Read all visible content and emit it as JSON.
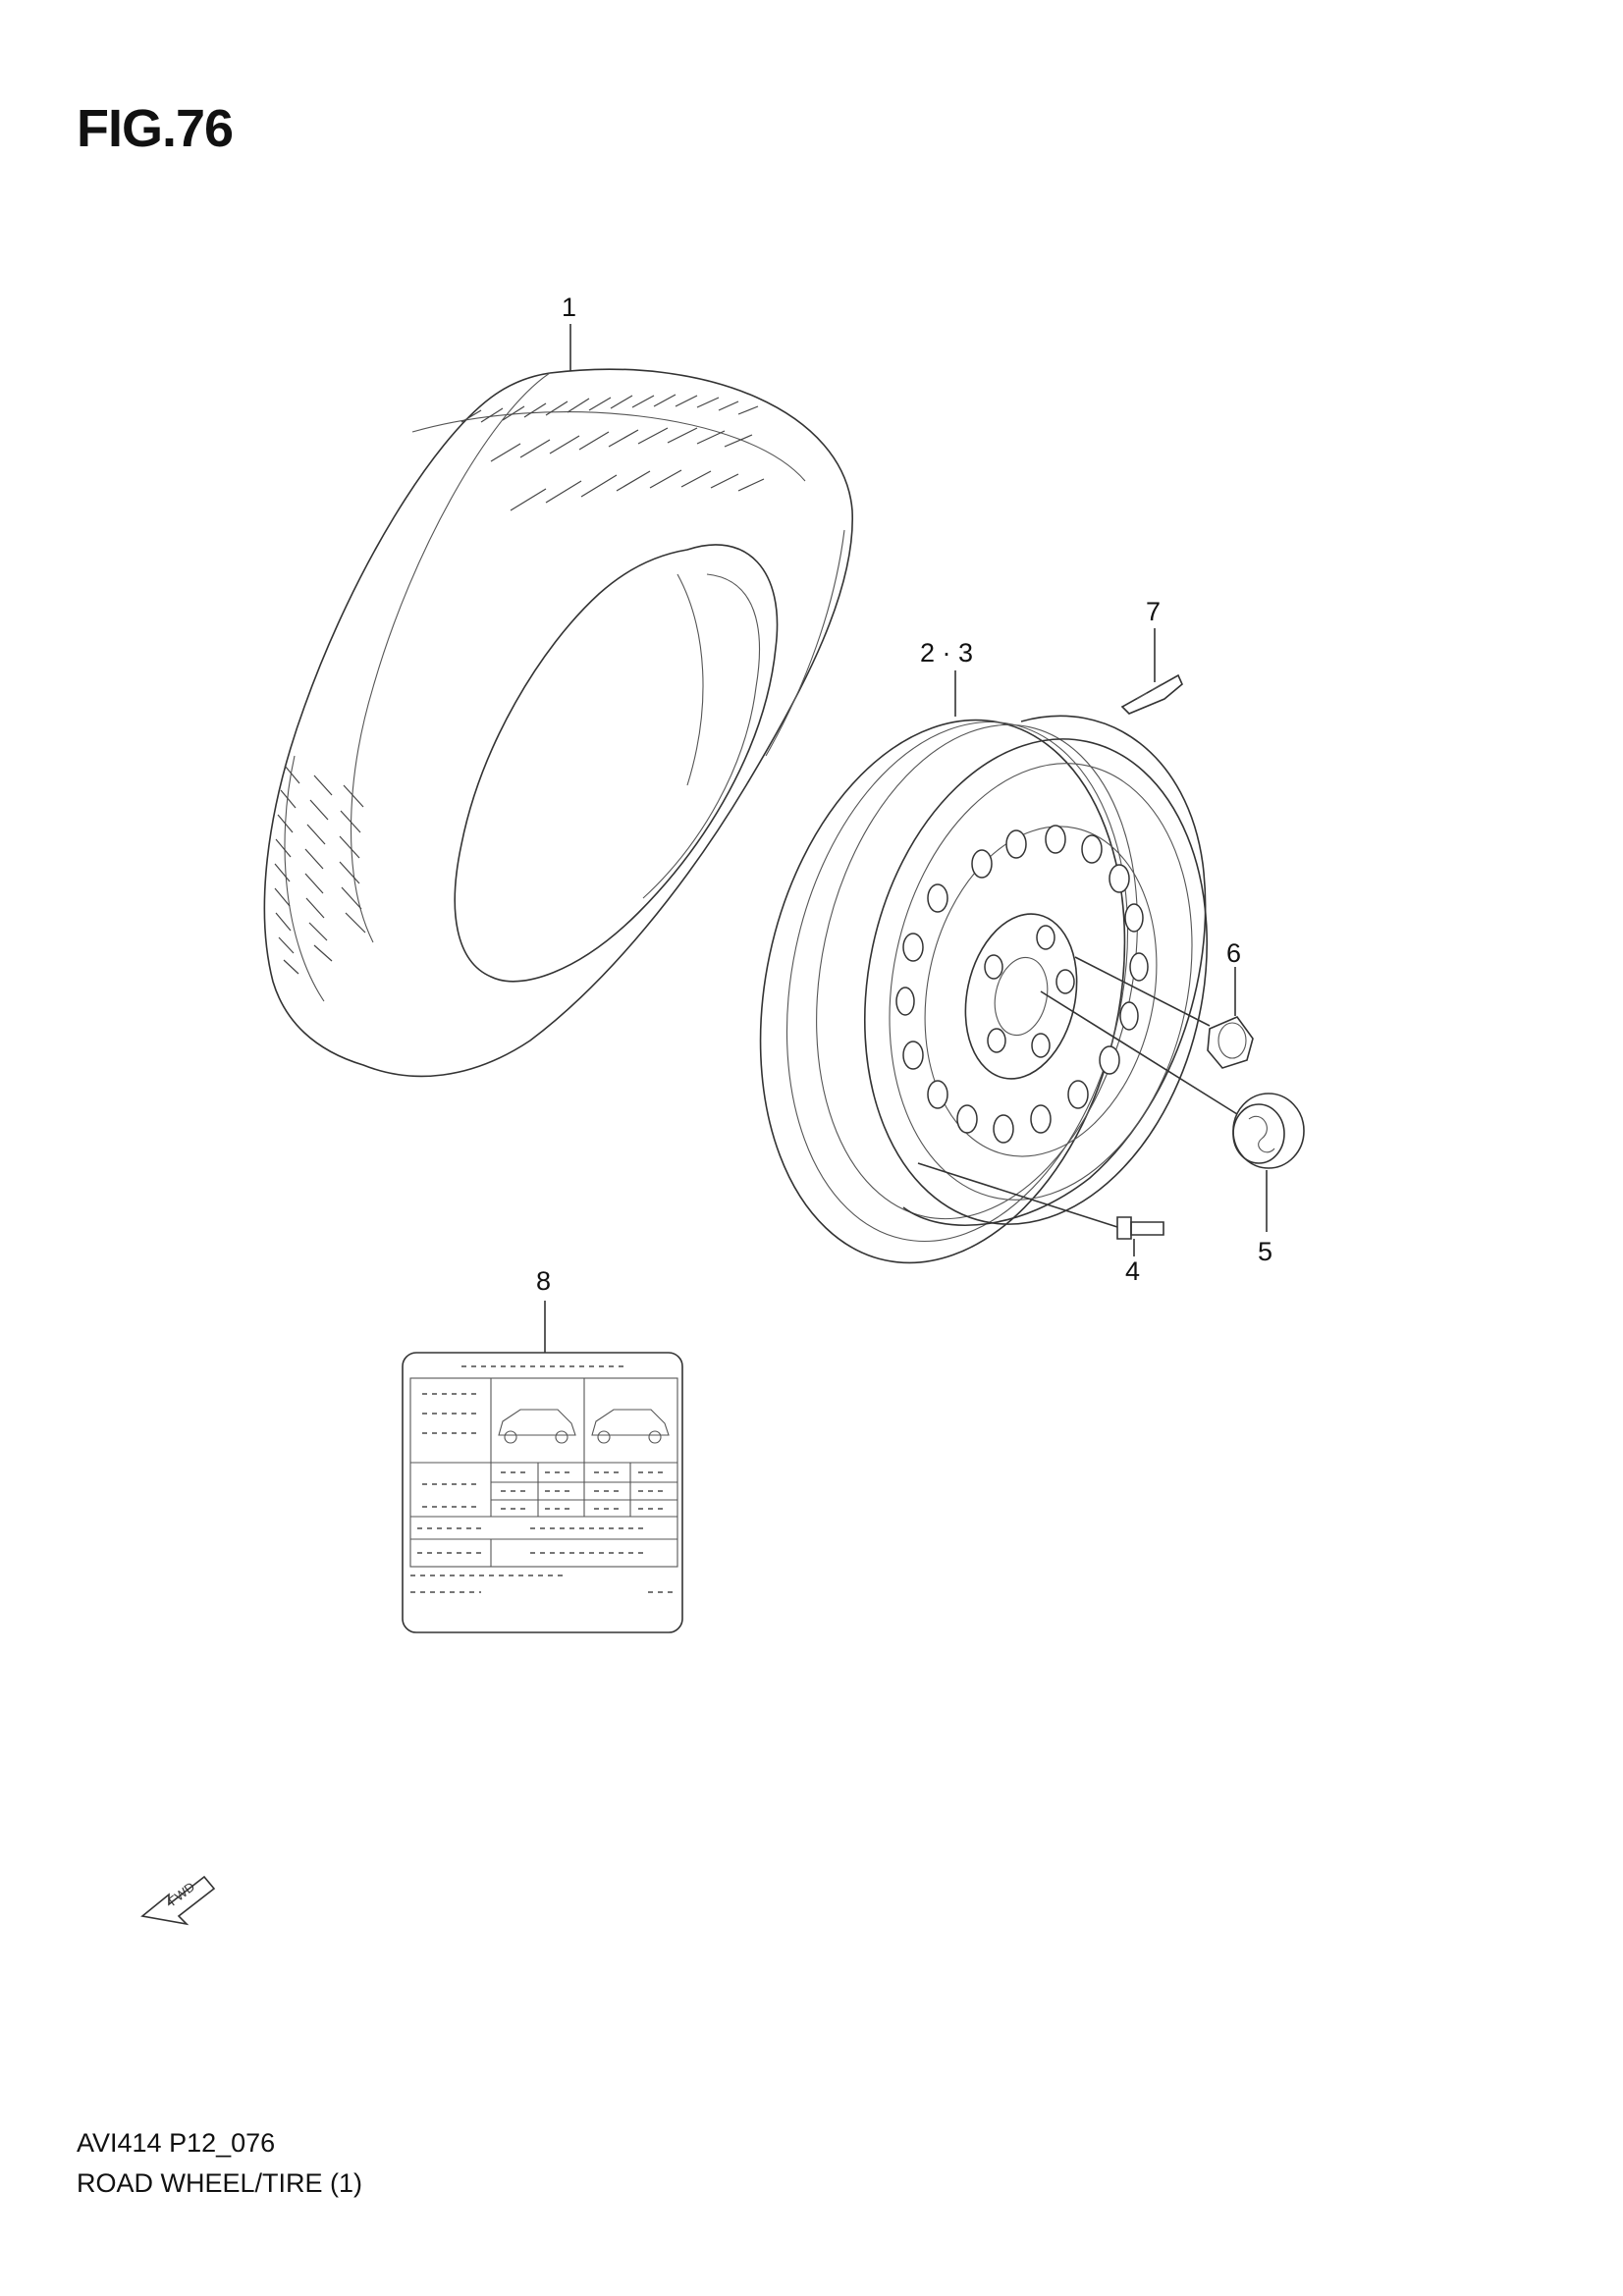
{
  "figure": {
    "title": "FIG.76",
    "code": "AVI414 P12_076",
    "caption": "ROAD WHEEL/TIRE (1)"
  },
  "callouts": {
    "tire": "1",
    "wheel": "2 · 3",
    "valve": "4",
    "center_cap": "5",
    "nut": "6",
    "balance_weight": "7",
    "label": "8"
  },
  "direction_arrow": {
    "text": "FWD"
  },
  "icons": [
    "tire",
    "wheel-rim",
    "valve-stem",
    "center-cap",
    "wheel-nut",
    "balance-weight",
    "tire-placard-label",
    "fwd-arrow"
  ]
}
